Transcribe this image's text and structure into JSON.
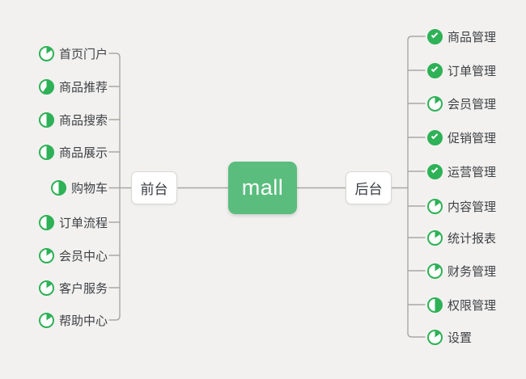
{
  "colors": {
    "bg": "#f2f1ef",
    "icon_green": "#2eb157",
    "node_green": "#5abd7d",
    "line": "#a8a8a4",
    "text": "#3e4146",
    "branch_border": "#d8d8d5"
  },
  "root": {
    "label": "mall"
  },
  "left_branch": {
    "label": "前台",
    "items": [
      {
        "label": "首页门户",
        "progress": 15
      },
      {
        "label": "商品推荐",
        "progress": 60
      },
      {
        "label": "商品搜索",
        "progress": 50
      },
      {
        "label": "商品展示",
        "progress": 50
      },
      {
        "label": "购物车",
        "progress": 50
      },
      {
        "label": "订单流程",
        "progress": 50
      },
      {
        "label": "会员中心",
        "progress": 15
      },
      {
        "label": "客户服务",
        "progress": 15
      },
      {
        "label": "帮助中心",
        "progress": 15
      }
    ]
  },
  "right_branch": {
    "label": "后台",
    "items": [
      {
        "label": "商品管理",
        "progress": 100
      },
      {
        "label": "订单管理",
        "progress": 100
      },
      {
        "label": "会员管理",
        "progress": 15
      },
      {
        "label": "促销管理",
        "progress": 100
      },
      {
        "label": "运营管理",
        "progress": 100
      },
      {
        "label": "内容管理",
        "progress": 15
      },
      {
        "label": "统计报表",
        "progress": 15
      },
      {
        "label": "财务管理",
        "progress": 15
      },
      {
        "label": "权限管理",
        "progress": 50
      },
      {
        "label": "设置",
        "progress": 15
      }
    ]
  }
}
